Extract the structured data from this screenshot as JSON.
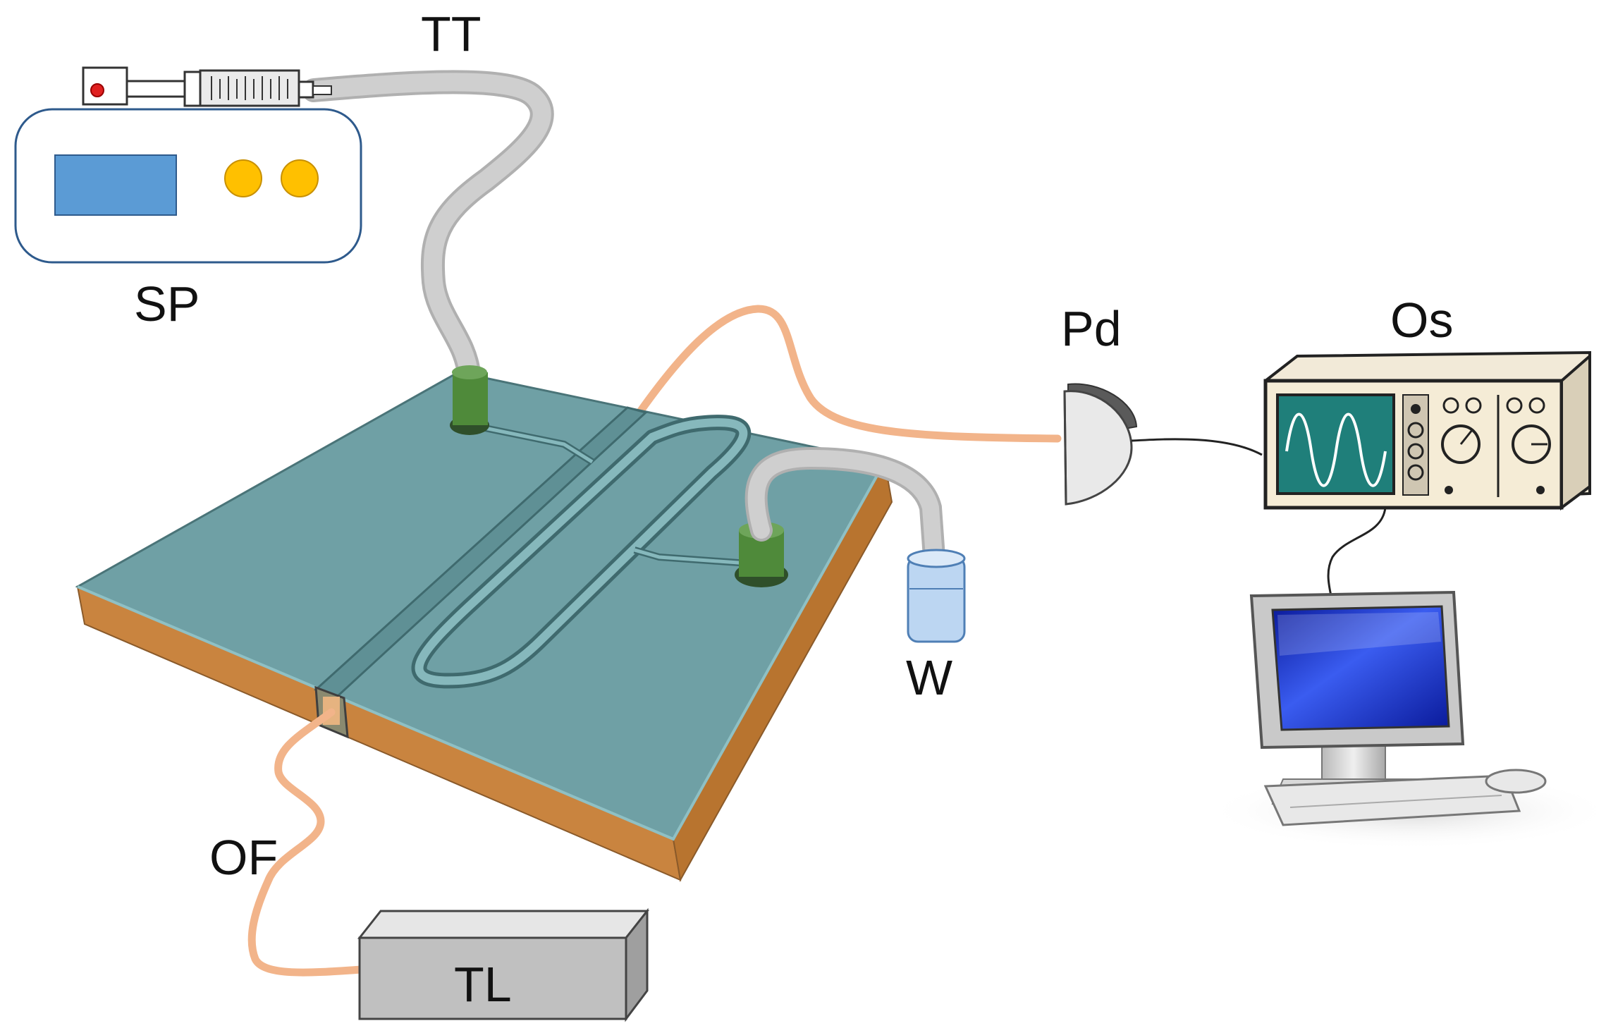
{
  "labels": {
    "tt": "TT",
    "sp": "SP",
    "pd": "Pd",
    "os": "Os",
    "w": "W",
    "of": "OF",
    "tl": "TL"
  },
  "colors": {
    "chip_top": "#6fa0a5",
    "chip_side": "#c9843f",
    "tubing": "#c8c8c8",
    "fiber": "#f2b48a",
    "pump_display": "#5b9bd5",
    "pump_knob": "#ffc000",
    "port": "#4f8a3a",
    "scope_screen": "#1f7f7a",
    "monitor_screen": "#1f3fd8",
    "laser_box": "#c0c0c0"
  },
  "icons": [
    "syringe-pump-icon",
    "syringe-icon",
    "microfluidic-chip-icon",
    "photodetector-icon",
    "oscilloscope-icon",
    "computer-icon",
    "waste-vial-icon",
    "tunable-laser-icon"
  ]
}
